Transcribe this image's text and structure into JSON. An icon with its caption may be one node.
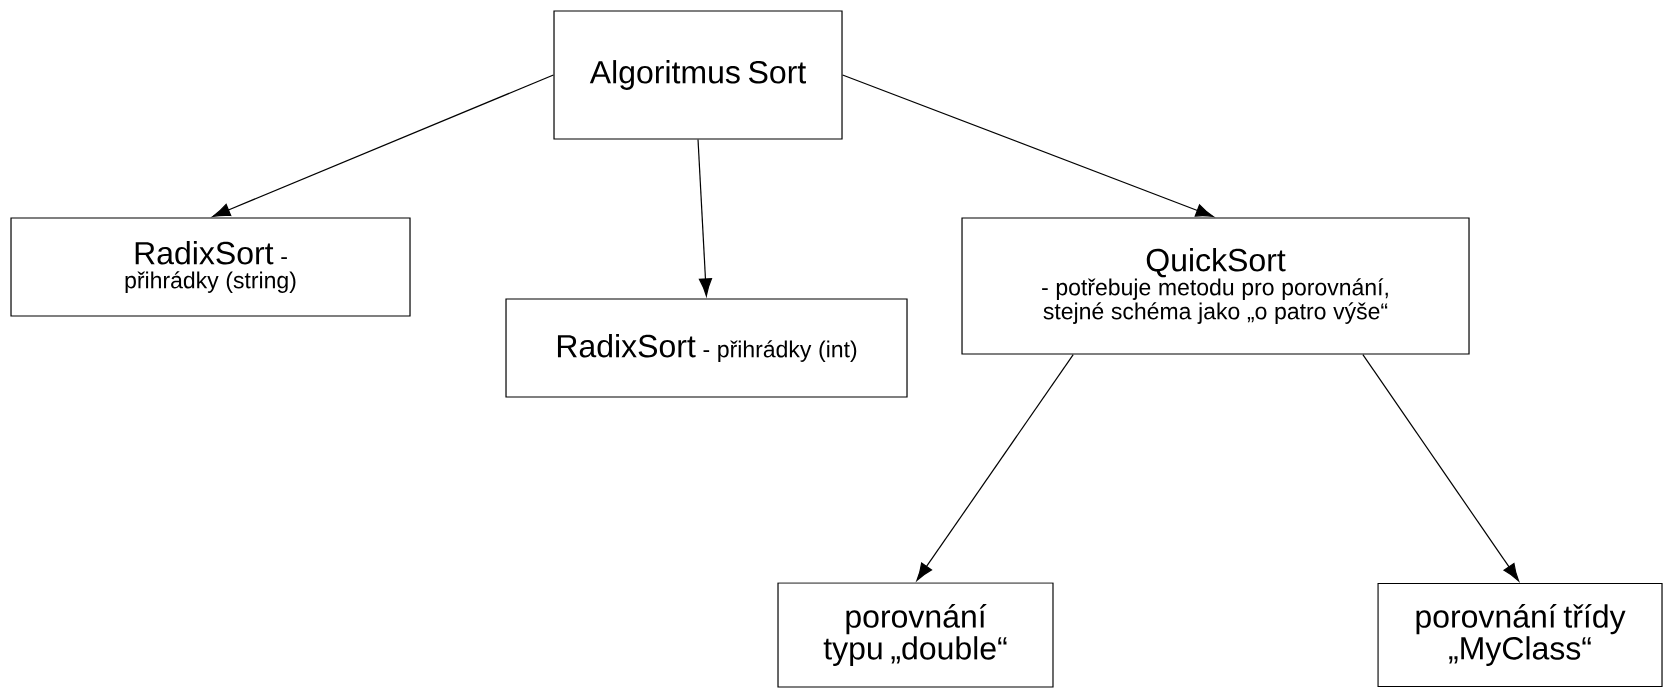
{
  "diagram": {
    "nodes": [
      {
        "text": [
          "Algoritmus Sort"
        ]
      },
      {
        "text": [
          "RadixSort",
          "- přihrádky (string)"
        ]
      },
      {
        "text": [
          "RadixSort",
          "- přihrádky (int)"
        ]
      },
      {
        "text": [
          "QuickSort",
          "- potřebuje metodu pro porovnání, stejné schéma jako „o patro výše“"
        ]
      },
      {
        "text": [
          "porovnání typu „double“"
        ]
      },
      {
        "text": [
          "porovnání třídy „MyClass“"
        ]
      }
    ],
    "edges": [
      {
        "from": 0,
        "to": 1,
        "arrow": "to"
      },
      {
        "from": 0,
        "to": 2,
        "arrow": "to"
      },
      {
        "from": 0,
        "to": 3,
        "arrow": "to"
      },
      {
        "from": 3,
        "to": 4,
        "arrow": "to"
      },
      {
        "from": 3,
        "to": 5,
        "arrow": "to"
      }
    ]
  }
}
